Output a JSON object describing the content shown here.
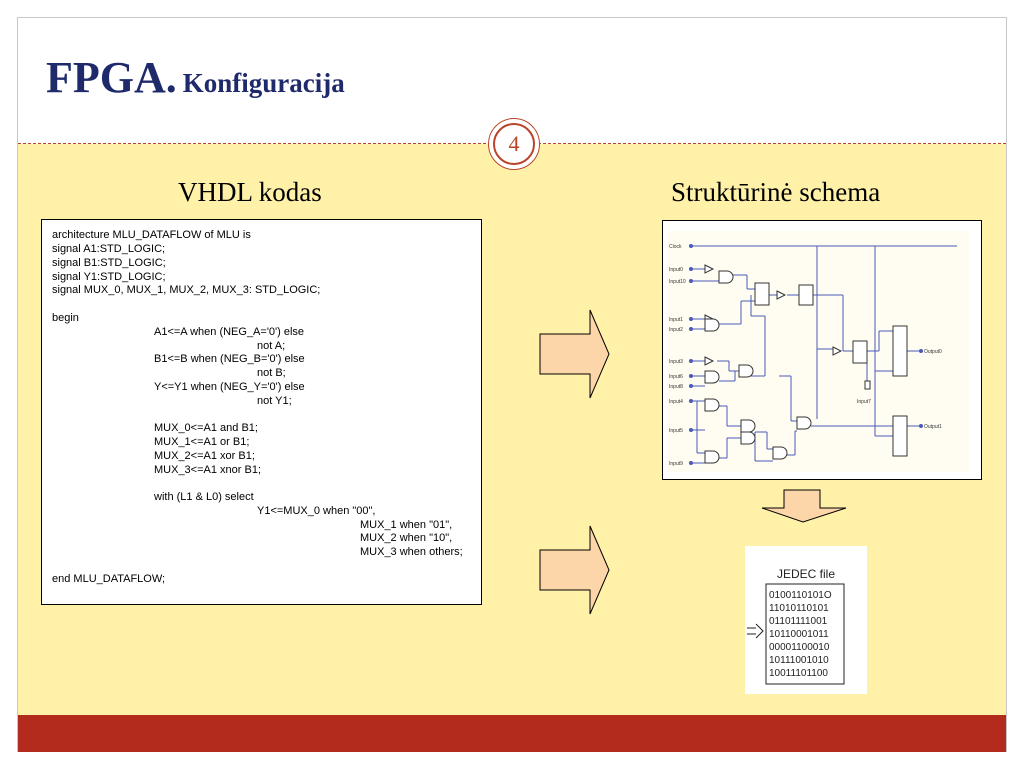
{
  "title": {
    "main": "FPGA.",
    "sub": "Konfiguracija"
  },
  "page_number": "4",
  "headings": {
    "left": "VHDL kodas",
    "right": "Struktūrinė schema"
  },
  "code_lines": [
    "architecture MLU_DATAFLOW of MLU is",
    "signal A1:STD_LOGIC;",
    "signal B1:STD_LOGIC;",
    "signal Y1:STD_LOGIC;",
    "signal MUX_0, MUX_1, MUX_2, MUX_3: STD_LOGIC;",
    "",
    "begin",
    "A1<=A when (NEG_A='0') else",
    "not A;",
    "B1<=B when (NEG_B='0') else",
    "not B;",
    "Y<=Y1 when (NEG_Y='0') else",
    "not Y1;",
    "",
    "MUX_0<=A1 and B1;",
    "MUX_1<=A1 or B1;",
    "MUX_2<=A1 xor B1;",
    "MUX_3<=A1 xnor B1;",
    "",
    "with (L1 & L0) select",
    "Y1<=MUX_0 when \"00\",",
    "MUX_1 when \"01\",",
    "MUX_2 when \"10\",",
    "MUX_3 when others;",
    "",
    "end MLU_DATAFLOW;"
  ],
  "schema": {
    "inputs": [
      "Clock",
      "Input0",
      "Input10",
      "Input1",
      "Input2",
      "Input3",
      "Input6",
      "Input8",
      "Input4",
      "Input5",
      "Input9"
    ],
    "outputs": [
      "Output0",
      "Output1"
    ],
    "other": [
      "Input7"
    ]
  },
  "jedec": {
    "title": "JEDEC file",
    "rows": [
      "0100110101O",
      "11010110101",
      "01101111001",
      "10110001011",
      "00001100010",
      "10111001010",
      "10011101100"
    ]
  },
  "colors": {
    "title": "#1f2a6b",
    "accent": "#b9442a",
    "content_bg": "#fff2a8",
    "footer": "#b32b1c",
    "arrow_fill": "#fcd5a8"
  }
}
